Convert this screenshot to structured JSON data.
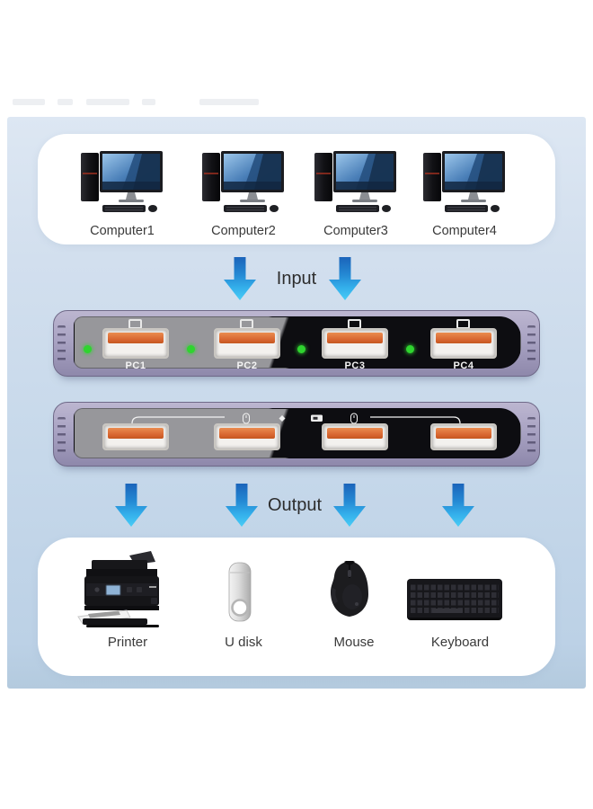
{
  "page": {
    "bg": "#ffffff",
    "panel_top_color": "#dde7f3",
    "panel_bottom_color": "#bcd1e6"
  },
  "flow": {
    "input_label": "Input",
    "output_label": "Output",
    "arrow_top_color": "#1b64ba",
    "arrow_bottom_color": "#49cdf6"
  },
  "computers_card": {
    "items": [
      {
        "label": "Computer1"
      },
      {
        "label": "Computer2"
      },
      {
        "label": "Computer3"
      },
      {
        "label": "Computer4"
      }
    ]
  },
  "kvm_top_view": {
    "ports": [
      {
        "label": "PC1"
      },
      {
        "label": "PC2"
      },
      {
        "label": "PC3"
      },
      {
        "label": "PC4"
      }
    ],
    "colors": {
      "body_purple": "#a9a3c3",
      "face_gray": "#97979b",
      "face_black": "#0d0d11",
      "usb_orange": "#d6632e",
      "led_green": "#2fd42f"
    }
  },
  "kvm_front_view": {
    "icons": [
      "cable-bracket",
      "mouse",
      "diamond",
      "switch-slot",
      "mouse",
      "cable-bracket"
    ]
  },
  "peripherals_card": {
    "items": [
      {
        "label": "Printer"
      },
      {
        "label": "U disk"
      },
      {
        "label": "Mouse"
      },
      {
        "label": "Keyboard"
      }
    ]
  }
}
